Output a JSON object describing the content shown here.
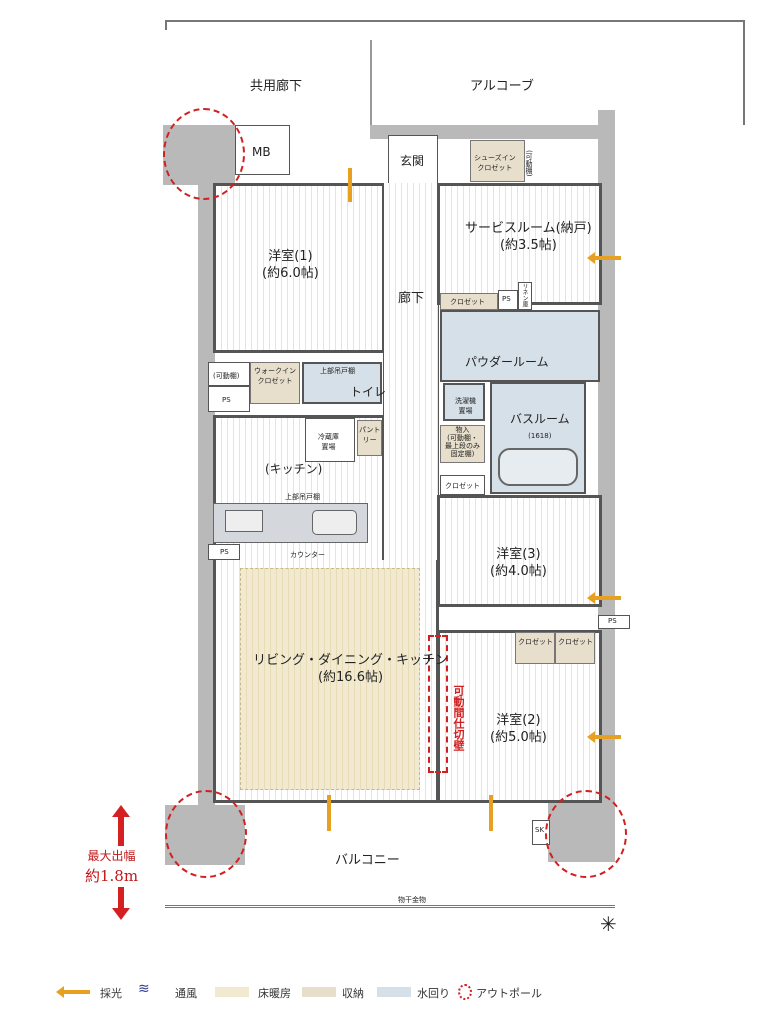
{
  "rooms": {
    "common_corridor": "共用廊下",
    "alcove": "アルコーブ",
    "mb": "MB",
    "entrance": "玄関",
    "shoe_closet": "シューズイン\nクロゼット",
    "movable_shelf_v": "(可動棚)",
    "service_room": "サービスルーム(納戸)",
    "service_room_size": "(約3.5帖)",
    "western1": "洋室(1)",
    "western1_size": "(約6.0帖)",
    "hallway": "廊下",
    "closet": "クロゼット",
    "ps": "PS",
    "linen": "リネン庫",
    "powder_room": "パウダールーム",
    "movable_shelf": "(可動棚)",
    "walkin": "ウォークイン\nクロゼット",
    "upper_cabinet": "上部吊戸棚",
    "toilet": "トイレ",
    "laundry": "洗濯機\n置場",
    "bathroom": "バスルーム",
    "bath_size": "(1618)",
    "storage": "物入\n(可動棚・\n最上段のみ\n固定棚)",
    "fridge": "冷蔵庫\n置場",
    "pantry": "パント\nリー",
    "kitchen": "(キッチン)",
    "counter": "カウンター",
    "western3": "洋室(3)",
    "western3_size": "(約4.0帖)",
    "ldk": "リビング・ダイニング・キッチン",
    "ldk_size": "(約16.6帖)",
    "partition": "可動間仕切壁",
    "western2": "洋室(2)",
    "western2_size": "(約5.0帖)",
    "balcony": "バルコニー",
    "drying_hardware": "物干金物",
    "sk": "SK",
    "max_depth": "最大出幅",
    "max_depth_value": "約1.8m"
  },
  "legend": [
    {
      "label": "採光",
      "icon": "light-arrow",
      "color": "#e8a020"
    },
    {
      "label": "通風",
      "icon": "wind-waves",
      "color": "#2a3a8a"
    },
    {
      "label": "床暖房",
      "color": "#f1ead0"
    },
    {
      "label": "収納",
      "color": "#e7dfcc"
    },
    {
      "label": "水回り",
      "color": "#d6e0e8"
    },
    {
      "label": "アウトポール",
      "icon": "dashed-circle",
      "color": "#d02020"
    }
  ]
}
